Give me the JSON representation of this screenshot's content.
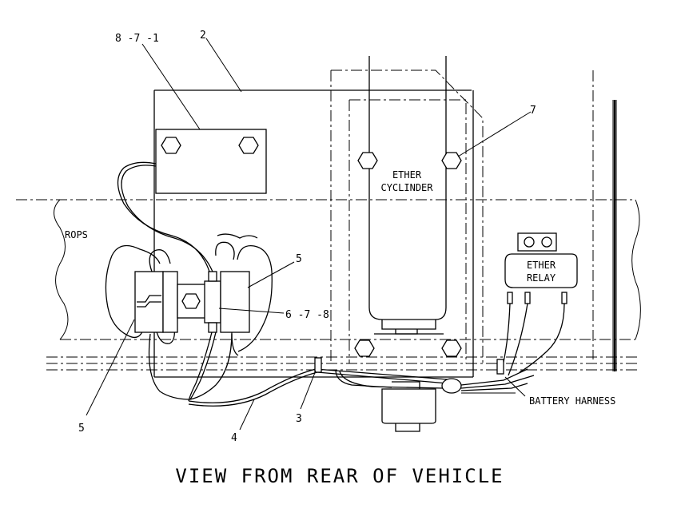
{
  "labels": {
    "part_8_7_1": "8 -7 -1",
    "part_2": "2",
    "part_7": "7",
    "ether_cylinder_line1": "ETHER",
    "ether_cylinder_line2": "CYCLINDER",
    "rops": "ROPS",
    "part_5_upper": "5",
    "part_6_7_8": "6 -7 -8",
    "ether_relay_line1": "ETHER",
    "ether_relay_line2": "RELAY",
    "battery_harness": "BATTERY HARNESS",
    "part_5_lower": "5",
    "part_4": "4",
    "part_3": "3"
  },
  "title": "VIEW FROM REAR OF VEHICLE"
}
